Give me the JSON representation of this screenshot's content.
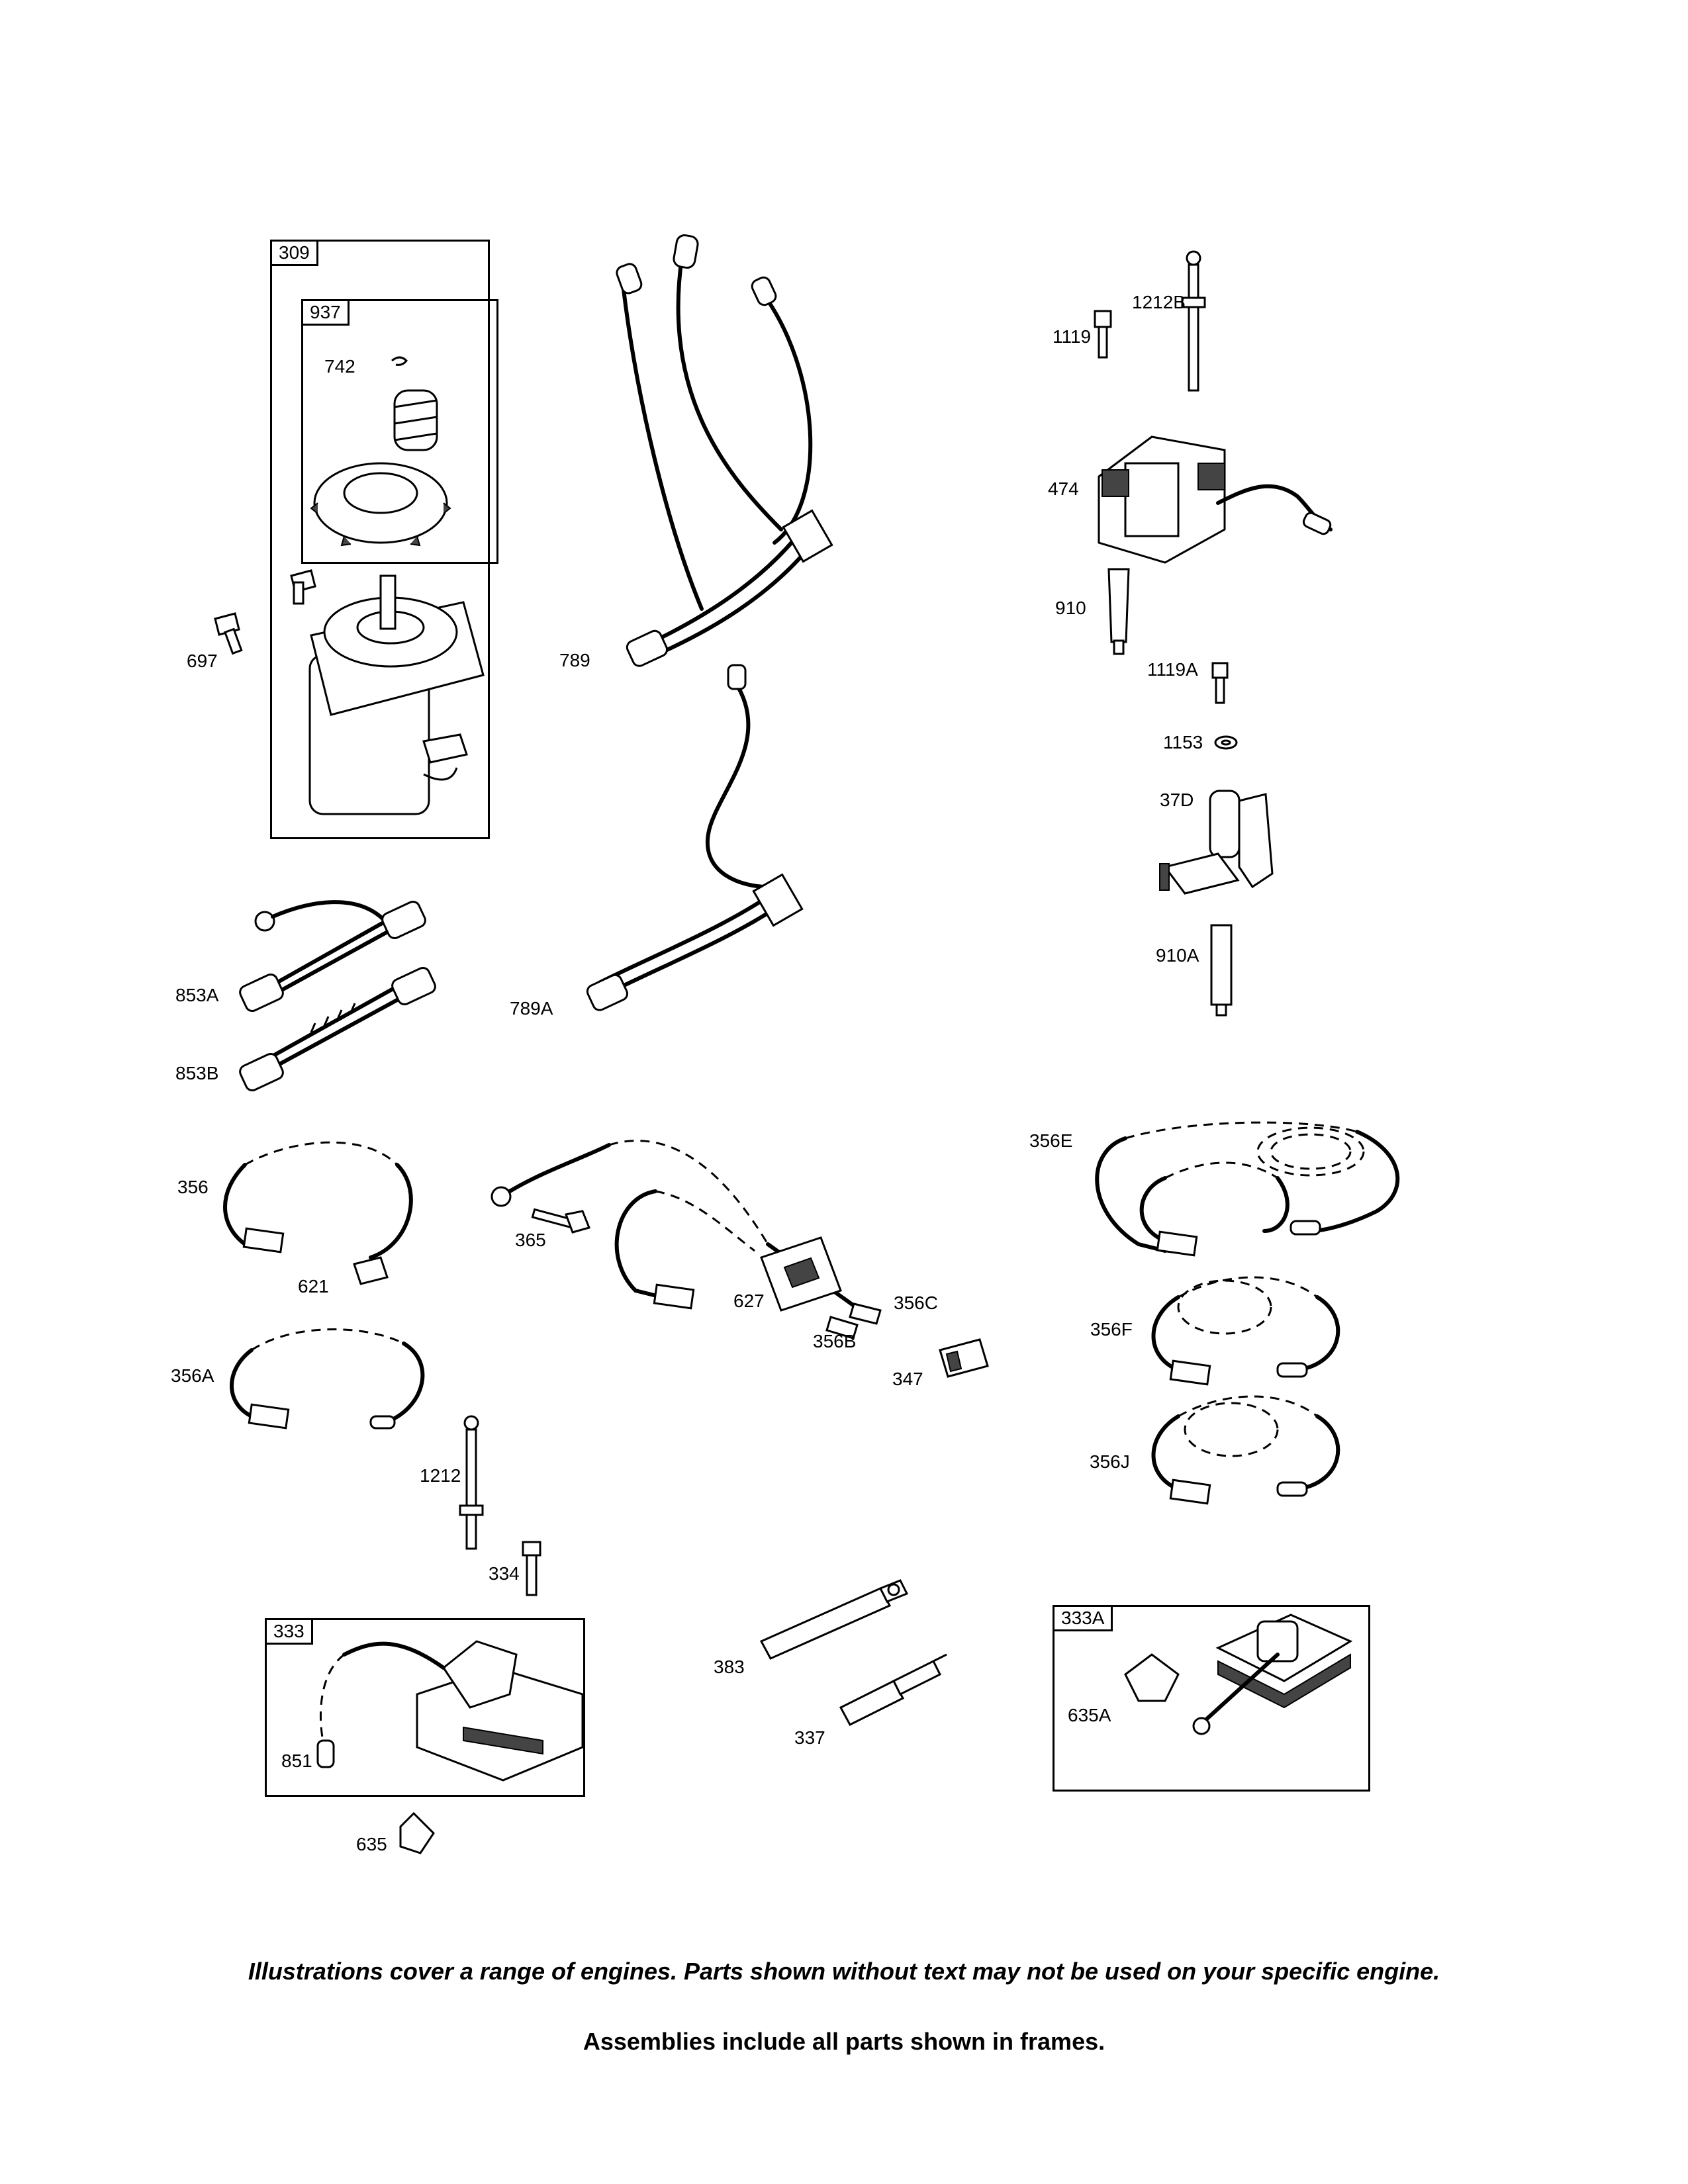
{
  "frames": {
    "f309": "309",
    "f937": "937",
    "f333": "333",
    "f333a": "333A"
  },
  "labels": {
    "l742": "742",
    "l697": "697",
    "l789": "789",
    "l789a": "789A",
    "l1119": "1119",
    "l1212b": "1212B",
    "l474": "474",
    "l910": "910",
    "l1119a": "1119A",
    "l1153": "1153",
    "l37d": "37D",
    "l910a": "910A",
    "l853a": "853A",
    "l853b": "853B",
    "l356": "356",
    "l621": "621",
    "l365": "365",
    "l627": "627",
    "l356c": "356C",
    "l356b": "356B",
    "l347": "347",
    "l356e": "356E",
    "l356f": "356F",
    "l356j": "356J",
    "l356a": "356A",
    "l1212": "1212",
    "l334": "334",
    "l851": "851",
    "l635": "635",
    "l383": "383",
    "l337": "337",
    "l635a": "635A"
  },
  "notes": {
    "coverage": "Illustrations cover a range of engines. Parts shown without text may not be used on your specific engine.",
    "assemblies": "Assemblies include all parts shown in frames."
  }
}
